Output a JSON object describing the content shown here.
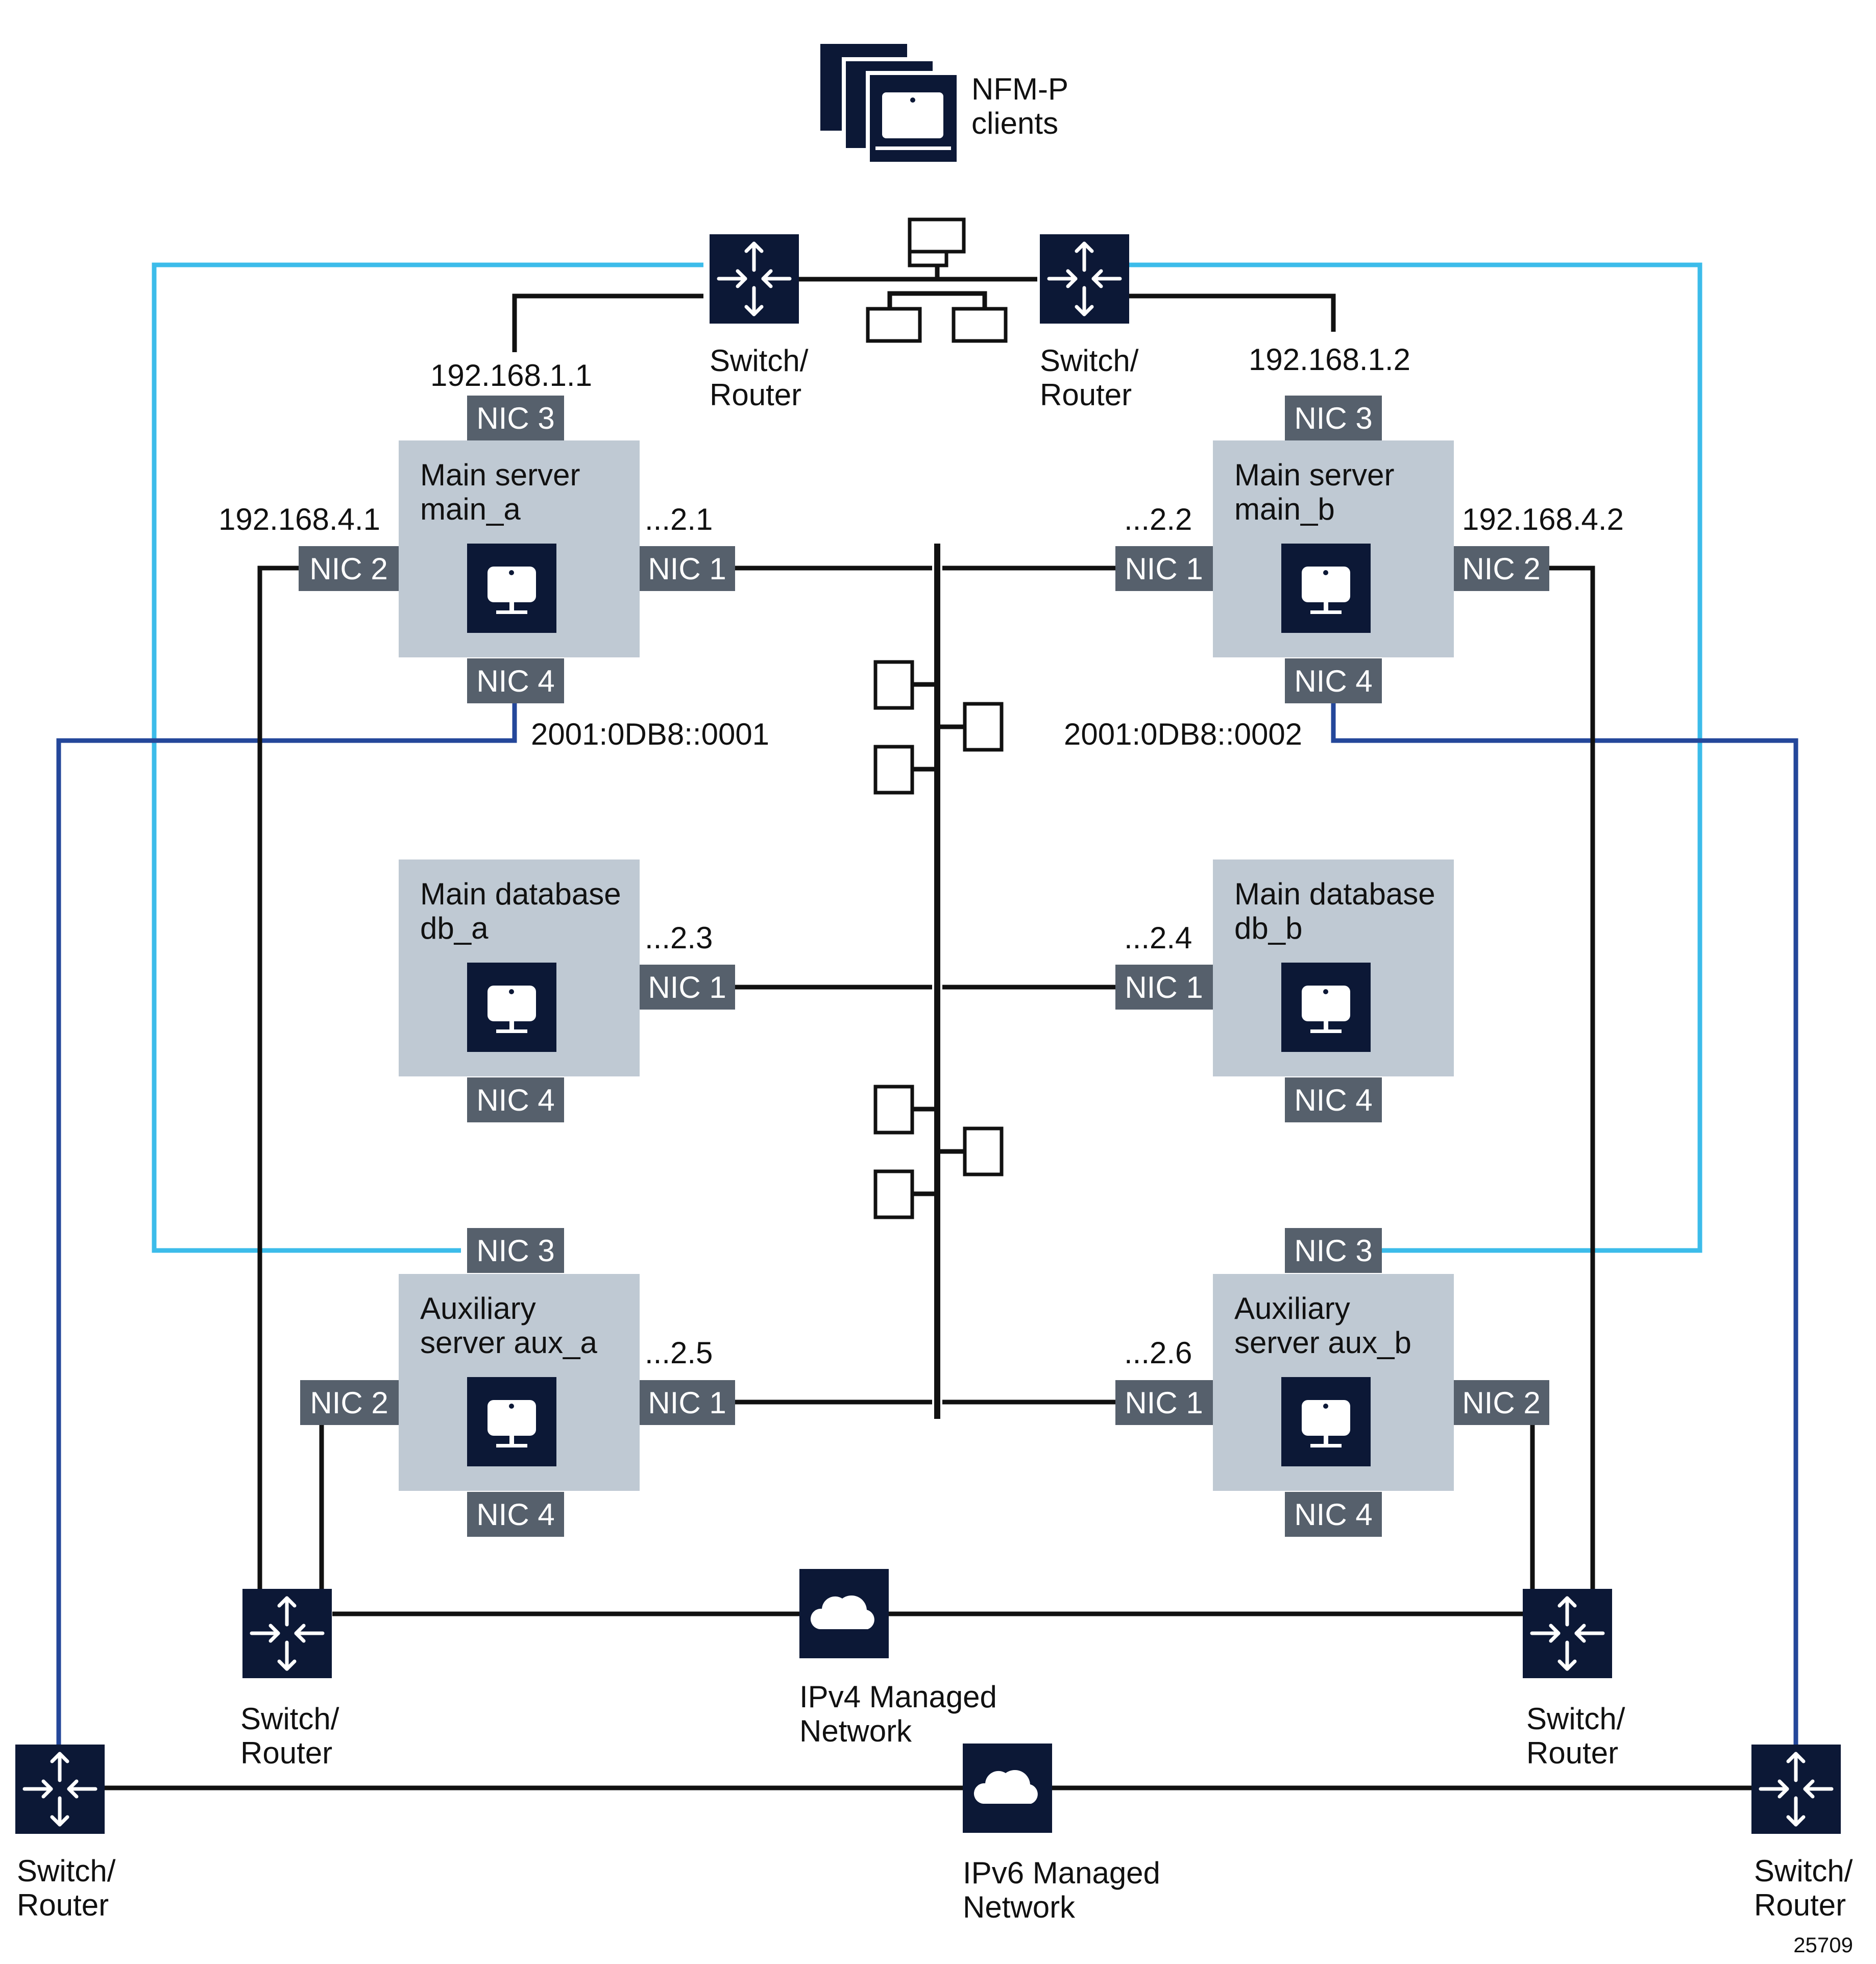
{
  "colors": {
    "node_dark": "#0c1836",
    "server_box": "#bfc9d3",
    "nic_label": "#56606c",
    "link_black": "#111111",
    "link_light_blue": "#3cbcea",
    "link_dark_blue": "#24479a"
  },
  "icons": {
    "clients": "client-stack-icon",
    "switch": "switch-router-icon",
    "cloud": "cloud-icon",
    "hub": "network-hub-icon",
    "server": "monitor-icon"
  },
  "clients": {
    "line1": "NFM-P",
    "line2": "clients"
  },
  "switch_label": {
    "line1": "Switch/",
    "line2": "Router"
  },
  "networks": {
    "ipv4": {
      "line1": "IPv4 Managed",
      "line2": "Network"
    },
    "ipv6": {
      "line1": "IPv6 Managed",
      "line2": "Network"
    }
  },
  "nics": {
    "nic1": "NIC 1",
    "nic2": "NIC 2",
    "nic3": "NIC 3",
    "nic4": "NIC 4"
  },
  "servers": {
    "main_a": {
      "line1": "Main server",
      "line2": "main_a",
      "nic3_ip": "192.168.1.1",
      "nic2_ip": "192.168.4.1",
      "nic1_ip": "...2.1",
      "nic4_ip": "2001:0DB8::0001"
    },
    "main_b": {
      "line1": "Main server",
      "line2": "main_b",
      "nic3_ip": "192.168.1.2",
      "nic2_ip": "192.168.4.2",
      "nic1_ip": "...2.2",
      "nic4_ip": "2001:0DB8::0002"
    },
    "db_a": {
      "line1": "Main database",
      "line2": "db_a",
      "nic1_ip": "...2.3"
    },
    "db_b": {
      "line1": "Main database",
      "line2": "db_b",
      "nic1_ip": "...2.4"
    },
    "aux_a": {
      "line1": "Auxiliary",
      "line2": "server aux_a",
      "nic1_ip": "...2.5"
    },
    "aux_b": {
      "line1": "Auxiliary",
      "line2": "server aux_b",
      "nic1_ip": "...2.6"
    }
  },
  "figure_number": "25709"
}
